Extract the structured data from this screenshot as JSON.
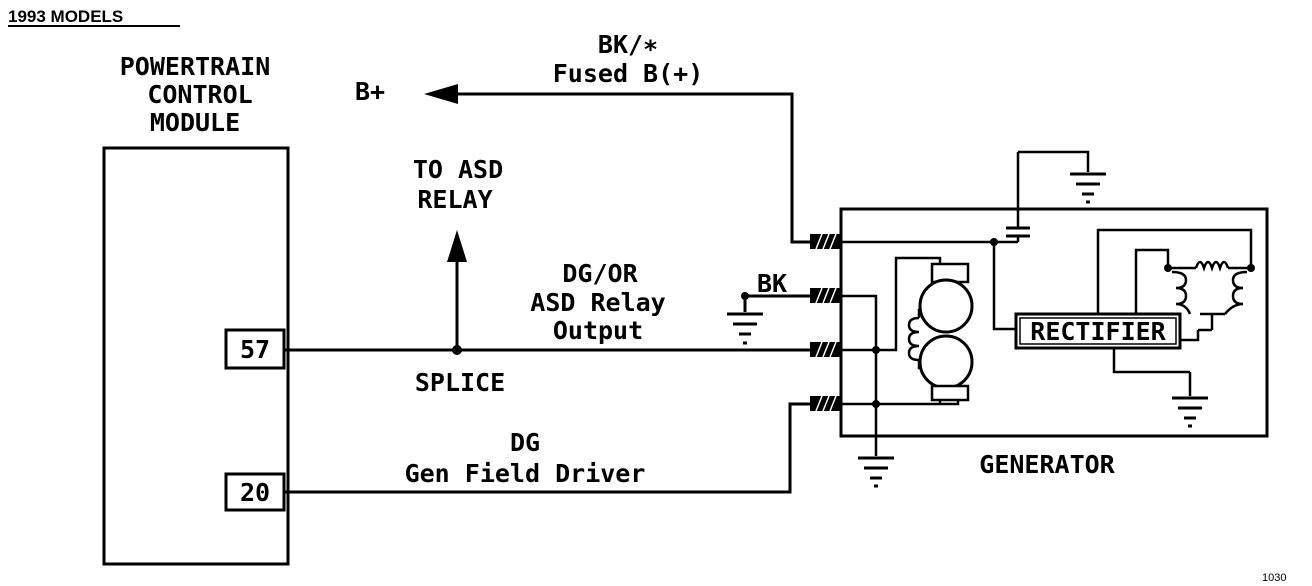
{
  "header": {
    "title": "1993 MODELS"
  },
  "pcm": {
    "line1": "POWERTRAIN",
    "line2": "CONTROL",
    "line3": "MODULE",
    "pin_asd": "57",
    "pin_field": "20"
  },
  "fused": {
    "wire_color": "BK/∗",
    "desc": "Fused B(+)",
    "target": "B+"
  },
  "asd_relay": {
    "line1": "TO ASD",
    "line2": "RELAY"
  },
  "asd_output": {
    "wire_color": "DG/OR",
    "line1": "ASD Relay",
    "line2": "Output"
  },
  "splice": "SPLICE",
  "ground_wire": "BK",
  "field": {
    "wire_color": "DG",
    "desc": "Gen Field Driver"
  },
  "generator": {
    "label": "GENERATOR",
    "rectifier": "RECTIFIER"
  },
  "footer": {
    "figure_number": "1030"
  }
}
